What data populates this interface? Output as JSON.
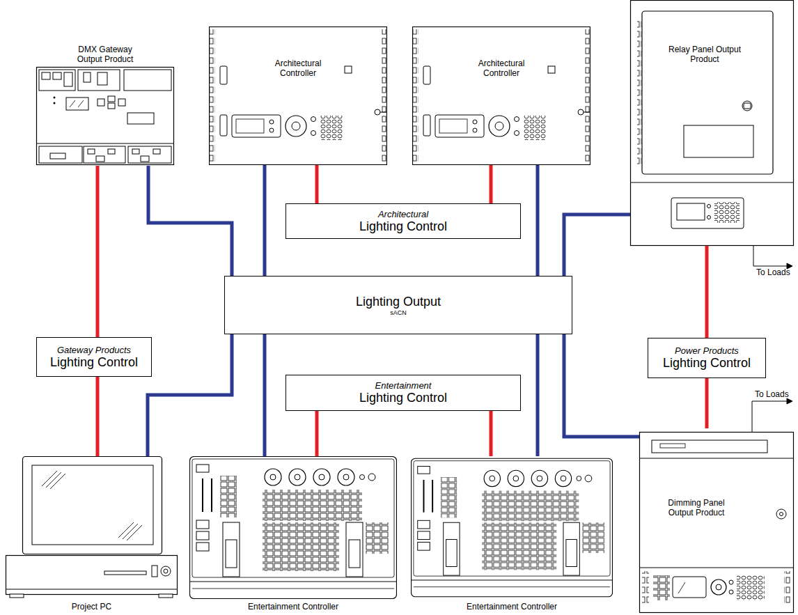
{
  "diagram": {
    "nodes": [
      {
        "text": [
          "DMX Gateway Output Product"
        ]
      },
      {
        "text": [
          "Architectural Controller"
        ]
      },
      {
        "text": [
          "Architectural Controller"
        ]
      },
      {
        "text": [
          "Relay Panel Output Product"
        ]
      },
      {
        "text": [
          "Architectural",
          "Lighting Control"
        ]
      },
      {
        "text": [
          "Lighting Output",
          "sACN"
        ]
      },
      {
        "text": [
          "Gateway Products",
          "Lighting Control"
        ]
      },
      {
        "text": [
          "Power Products",
          "Lighting Control"
        ]
      },
      {
        "text": [
          "Entertainment",
          "Lighting Control"
        ]
      },
      {
        "text": [
          "Project PC"
        ]
      },
      {
        "text": [
          "Entertainment Controller"
        ]
      },
      {
        "text": [
          "Entertainment Controller"
        ]
      },
      {
        "text": [
          "Dimming Panel Output Product"
        ]
      }
    ],
    "edges": [
      {
        "from": 0,
        "to": 6,
        "arrow": "none"
      },
      {
        "from": 6,
        "to": 9,
        "arrow": "none"
      },
      {
        "from": 1,
        "to": 4,
        "arrow": "none"
      },
      {
        "from": 2,
        "to": 4,
        "arrow": "none"
      },
      {
        "from": 3,
        "to": 7,
        "arrow": "none"
      },
      {
        "from": 7,
        "to": 12,
        "arrow": "none"
      },
      {
        "from": 8,
        "to": 10,
        "arrow": "none"
      },
      {
        "from": 8,
        "to": 11,
        "arrow": "none"
      },
      {
        "from": 0,
        "to": 5,
        "arrow": "none"
      },
      {
        "from": 9,
        "to": 5,
        "arrow": "none"
      },
      {
        "from": 1,
        "to": 5,
        "arrow": "none"
      },
      {
        "from": 2,
        "to": 5,
        "arrow": "none"
      },
      {
        "from": 10,
        "to": 5,
        "arrow": "none"
      },
      {
        "from": 11,
        "to": 5,
        "arrow": "none"
      },
      {
        "from": 3,
        "to": 5,
        "arrow": "none"
      },
      {
        "from": 12,
        "to": 5,
        "arrow": "none"
      }
    ],
    "labels": [
      "To Loads",
      "To Loads"
    ]
  }
}
